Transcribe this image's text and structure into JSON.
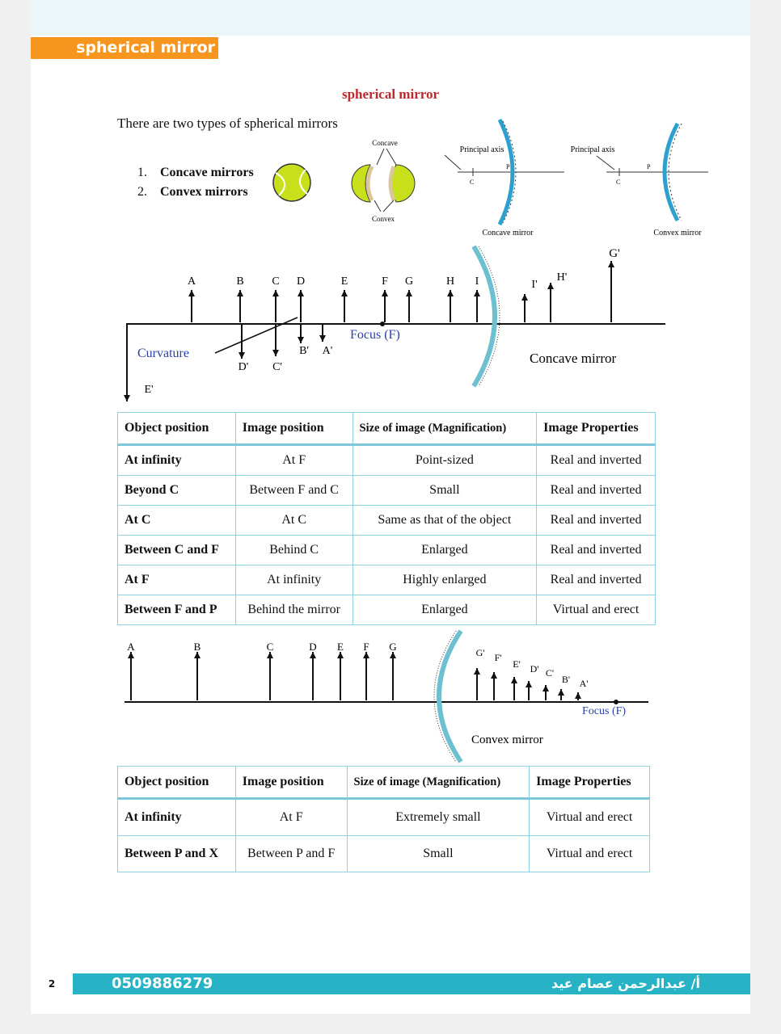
{
  "header": {
    "tab": "spherical mirror"
  },
  "title": "spherical mirror",
  "intro": "There are two types of spherical mirrors",
  "types": [
    {
      "num": "1.",
      "label": "Concave mirrors"
    },
    {
      "num": "2.",
      "label": "Convex mirrors"
    }
  ],
  "ball_labels": {
    "concave": "Concave",
    "convex": "Convex"
  },
  "mirror_figs": {
    "concave": {
      "axis": "Principal axis",
      "p": "P",
      "c": "C",
      "caption": "Concave mirror"
    },
    "convex": {
      "axis": "Principal axis",
      "p": "P",
      "c": "C",
      "caption": "Convex mirror"
    }
  },
  "concave_diagram": {
    "objects": [
      "A",
      "B",
      "C",
      "D",
      "E",
      "F",
      "G",
      "H",
      "I"
    ],
    "images": [
      "G'",
      "H'",
      "I'",
      "B'",
      "A'",
      "D'",
      "C'",
      "E'"
    ],
    "focus": "Focus (F)",
    "curvature": "Curvature",
    "caption": "Concave mirror"
  },
  "table1": {
    "headers": [
      "Object position",
      "Image position",
      "Size of image (Magnification)",
      "Image Properties"
    ],
    "rows": [
      [
        "At infinity",
        "At F",
        "Point-sized",
        "Real and inverted"
      ],
      [
        "Beyond C",
        "Between F and C",
        "Small",
        "Real and inverted"
      ],
      [
        "At C",
        "At C",
        "Same as that of the object",
        "Real and inverted"
      ],
      [
        "Between C and F",
        "Behind C",
        "Enlarged",
        "Real and inverted"
      ],
      [
        "At F",
        "At infinity",
        "Highly enlarged",
        "Real and inverted"
      ],
      [
        "Between F and P",
        "Behind the mirror",
        "Enlarged",
        "Virtual and erect"
      ]
    ]
  },
  "convex_diagram": {
    "objects": [
      "A",
      "B",
      "C",
      "D",
      "E",
      "F",
      "G"
    ],
    "images": [
      "G'",
      "F'",
      "E'",
      "D'",
      "C'",
      "B'",
      "A'"
    ],
    "focus": "Focus (F)",
    "caption": "Convex mirror"
  },
  "table2": {
    "headers": [
      "Object position",
      "Image position",
      "Size of image (Magnification)",
      "Image Properties"
    ],
    "rows": [
      [
        "At infinity",
        "At F",
        "Extremely small",
        "Virtual and erect"
      ],
      [
        "Between P and X",
        "Between P and F",
        "Small",
        "Virtual and erect"
      ]
    ]
  },
  "footer": {
    "page": "2",
    "phone": "0509886279",
    "author": "أ/ عبدالرحمن عصام عيد"
  },
  "colors": {
    "accent": "#f7961f",
    "title": "#c0272d",
    "footer": "#27b3c5",
    "focus": "#2a3fa8",
    "mirror": "#6cc0d0"
  }
}
